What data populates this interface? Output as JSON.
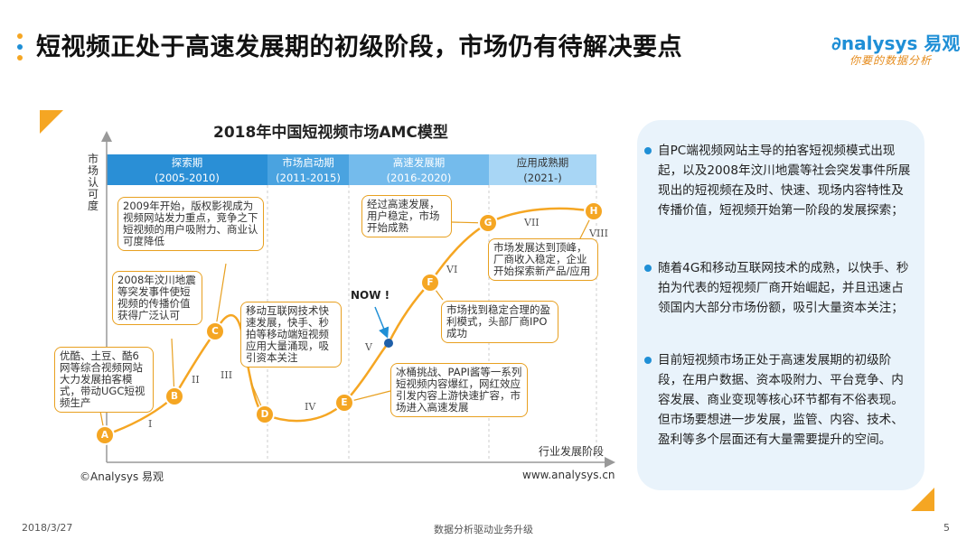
{
  "header": {
    "title": "短视频正处于高速发展期的初级阶段，市场仍有待解决要点",
    "dot_colors": [
      "#f5a623",
      "#1f8fd6",
      "#f5a623"
    ]
  },
  "brand": {
    "name": "nalysys 易观",
    "logo_glyph": "∂",
    "tagline": "你要的数据分析"
  },
  "chart_data": {
    "type": "diagram",
    "title": "2018年中国短视频市场AMC模型",
    "ylabel": "市场认可度",
    "xlabel": "行业发展阶段",
    "phases": [
      {
        "name": "探索期",
        "years": "(2005-2010)",
        "color": "#2a8fd6"
      },
      {
        "name": "市场启动期",
        "years": "(2011-2015)",
        "color": "#4aa3e0"
      },
      {
        "name": "高速发展期",
        "years": "(2016-2020)",
        "color": "#74bbec"
      },
      {
        "name": "应用成熟期",
        "years": "(2021-)",
        "color": "#a8d6f5"
      }
    ],
    "points": [
      "A",
      "B",
      "C",
      "D",
      "E",
      "F",
      "G",
      "H"
    ],
    "stage_numerals": [
      "I",
      "II",
      "III",
      "IV",
      "V",
      "VI",
      "VII",
      "VIII"
    ],
    "now_label": "NOW !",
    "callouts": [
      "优酷、土豆、酷6网等综合视频网站大力发展拍客模式，带动UGC短视频生产",
      "2008年汶川地震等突发事件使短视频的传播价值获得广泛认可",
      "2009年开始，版权影视成为视频网站发力重点，竞争之下短视频的用户吸附力、商业认可度降低",
      "移动互联网技术快速发展，快手、秒拍等移动端短视频应用大量涌现，吸引资本关注",
      "冰桶挑战、PAPI酱等一系列短视频内容爆红，网红效应引发内容上游快速扩容，市场进入高速发展",
      "市场找到稳定合理的盈利模式，头部厂商IPO成功",
      "经过高速发展，用户稳定，市场开始成熟",
      "市场发展达到顶峰，厂商收入稳定，企业开始探索新产品/应用"
    ],
    "copyright": "©Analysys 易观",
    "website": "www.analysys.cn"
  },
  "panel": {
    "bullets": [
      "自PC端视频网站主导的拍客短视频模式出现起，以及2008年汶川地震等社会突发事件所展现出的短视频在及时、快速、现场内容特性及传播价值，短视频开始第一阶段的发展探索；",
      "随着4G和移动互联网技术的成熟，以快手、秒拍为代表的短视频厂商开始崛起，并且迅速占领国内大部分市场份额，吸引大量资本关注；",
      "目前短视频市场正处于高速发展期的初级阶段，在用户数据、资本吸附力、平台竞争、内容发展、商业变现等核心环节都有不俗表现。但市场要想进一步发展，监管、内容、技术、盈利等多个层面还有大量需要提升的空间。"
    ]
  },
  "footer": {
    "date": "2018/3/27",
    "center": "数据分析驱动业务升级",
    "page": "5"
  }
}
